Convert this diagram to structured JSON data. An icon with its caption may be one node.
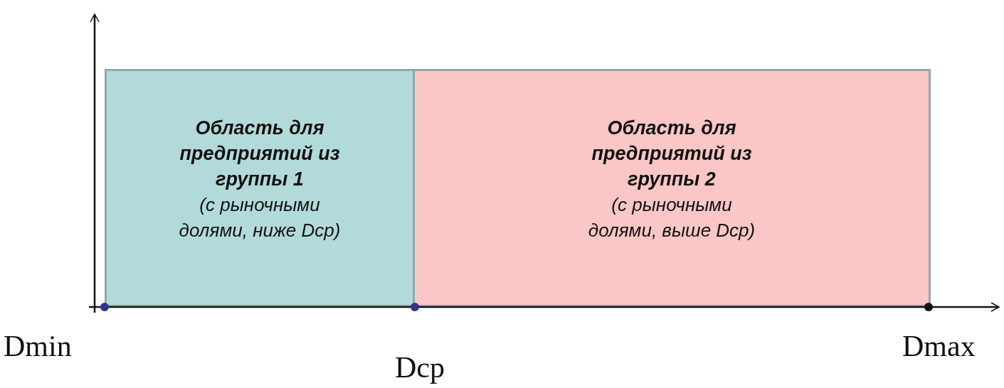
{
  "diagram": {
    "nodes": [
      {
        "text": [
          "Область для предприятий из группы 1",
          "(с рыночными долями, ниже Dср)"
        ]
      },
      {
        "text": [
          "Область для предприятий из группы 2",
          "(с рыночными долями, выше Dср)"
        ]
      }
    ],
    "labels": [
      "Dmin",
      "Dср",
      "Dmax"
    ]
  }
}
